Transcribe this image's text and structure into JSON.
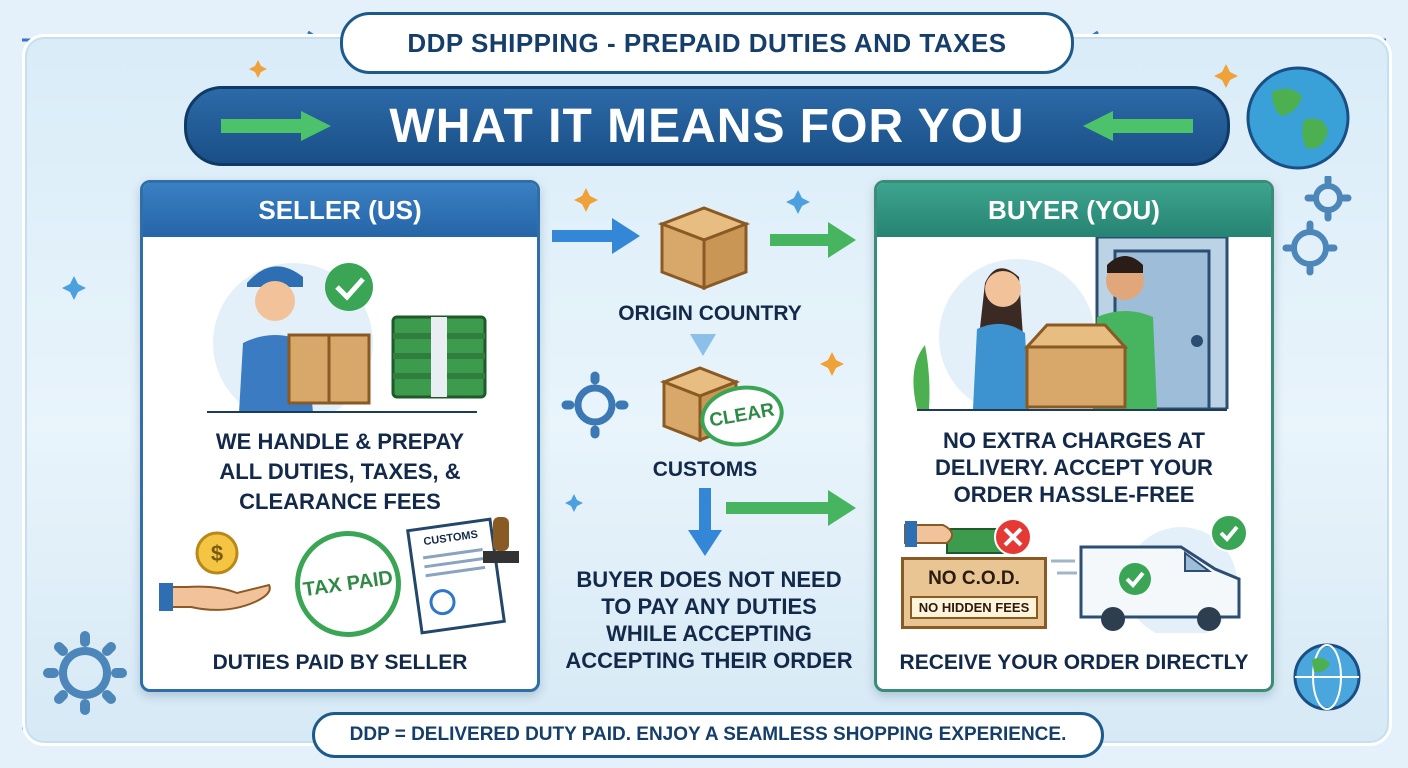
{
  "header": {
    "top_title": "DDP SHIPPING - PREPAID DUTIES AND TAXES",
    "banner": "WHAT IT MEANS FOR YOU"
  },
  "seller": {
    "title": "SELLER (US)",
    "description_lines": [
      "WE HANDLE & PREPAY",
      "ALL DUTIES, TAXES, &",
      "CLEARANCE FEES"
    ],
    "stamp_text": "TAX PAID",
    "document_label": "CUSTOMS",
    "footer": "DUTIES PAID BY SELLER"
  },
  "flow": {
    "origin_label": "ORIGIN COUNTRY",
    "stamp_text": "CLEAR",
    "customs_label": "CUSTOMS",
    "note_lines": [
      "BUYER DOES NOT NEED",
      "TO PAY ANY DUTIES",
      "WHILE ACCEPTING",
      "ACCEPTING THEIR ORDER"
    ]
  },
  "buyer": {
    "title": "BUYER (YOU)",
    "description_lines": [
      "NO EXTRA CHARGES AT",
      "DELIVERY. ACCEPT YOUR",
      "ORDER HASSLE-FREE"
    ],
    "sign_line1": "NO C.O.D.",
    "sign_line2": "NO HIDDEN FEES",
    "footer": "RECEIVE YOUR ORDER DIRECTLY"
  },
  "footer": {
    "text": "DDP = DELIVERED DUTY PAID. ENJOY A SEAMLESS SHOPPING EXPERIENCE."
  },
  "colors": {
    "navy": "#1a4f86",
    "blue_accent": "#2f78c8",
    "green_accent": "#3aa655",
    "teal": "#268472",
    "box": "#d8a86a"
  }
}
